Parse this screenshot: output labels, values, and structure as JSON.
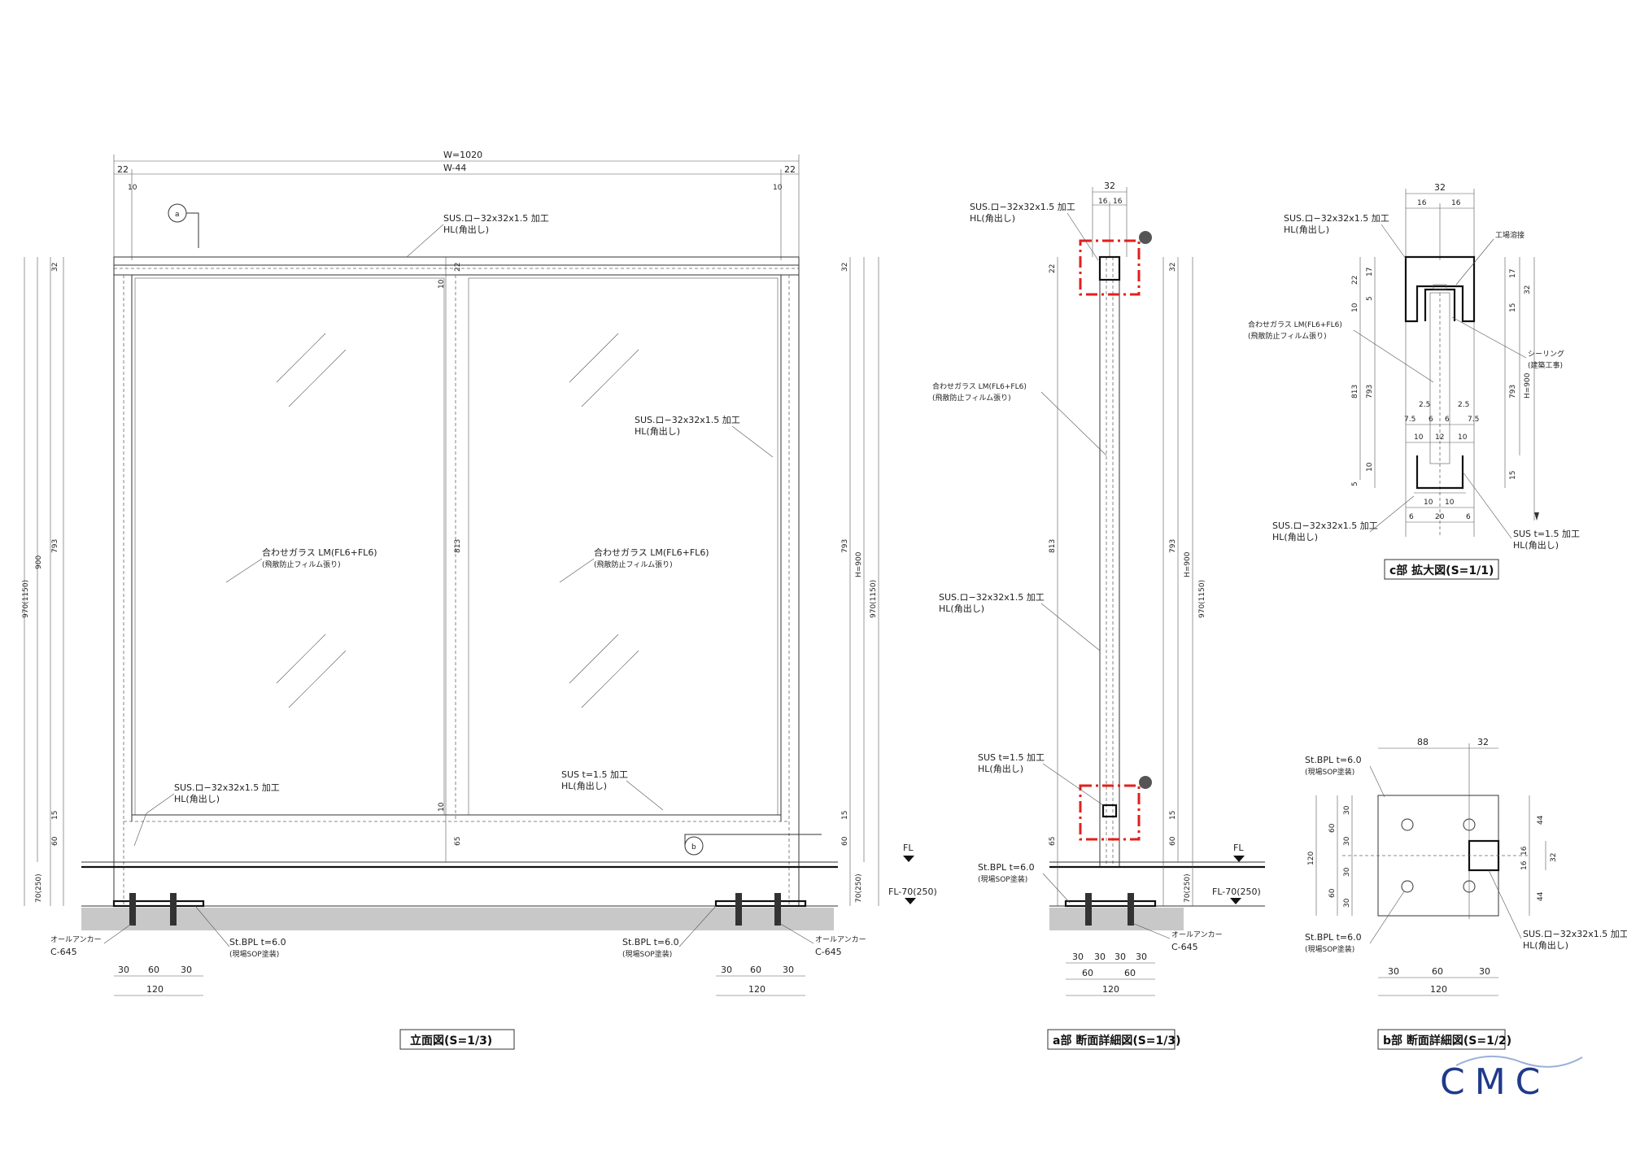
{
  "elevation": {
    "overall_width": "W=1020",
    "inner_width": "W-44",
    "edge_left": "22",
    "edge_right": "22",
    "post_left": "10",
    "post_right": "10",
    "top_rail_note": [
      "SUS.ロ−32x32x1.5 加工",
      "HL(角出し)"
    ],
    "right_post_note": [
      "SUS.ロ−32x32x1.5 加工",
      "HL(角出し)"
    ],
    "left_post_note": [
      "SUS.ロ−32x32x1.5 加工",
      "HL(角出し)"
    ],
    "bottom_channel_note": [
      "SUS t=1.5 加工",
      "HL(角出し)"
    ],
    "glass_note_left": [
      "合わせガラス LM(FL6+FL6)",
      "(飛散防止フィルム張り)"
    ],
    "glass_note_right": [
      "合わせガラス LM(FL6+FL6)",
      "(飛散防止フィルム張り)"
    ],
    "dims_left": [
      "32",
      "793",
      "15",
      "60",
      "70(250)",
      "900",
      "970(1150)"
    ],
    "dims_right": [
      "32",
      "793",
      "15",
      "60",
      "70(250)",
      "H=900",
      "970(1150)"
    ],
    "dims_center": [
      "22",
      "10",
      "813",
      "10",
      "65"
    ],
    "fl_label": "FL",
    "fl70_label": "FL-70(250)",
    "anchor_note": [
      "オールアンカー",
      "C-645"
    ],
    "bpl_note": [
      "St.BPL t=6.0",
      "(現場SOP塗装)"
    ],
    "base_dims": [
      "30",
      "60",
      "30",
      "120"
    ],
    "marker_a": "a",
    "marker_b": "b",
    "title": "立面図(S=1/3)"
  },
  "section_a": {
    "top_width": "32",
    "top_halves": [
      "16",
      "16"
    ],
    "top_note": [
      "SUS.ロ−32x32x1.5 加工",
      "HL(角出し)"
    ],
    "glass_note": [
      "合わせガラス LM(FL6+FL6)",
      "(飛散防止フィルム張り)"
    ],
    "post_note": [
      "SUS.ロ−32x32x1.5 加工",
      "HL(角出し)"
    ],
    "channel_note": [
      "SUS t=1.5 加工",
      "HL(角出し)"
    ],
    "bpl_note": [
      "St.BPL t=6.0",
      "(現場SOP塗装)"
    ],
    "anchor_note": [
      "オールアンカー",
      "C-645"
    ],
    "dims_left": [
      "22",
      "813",
      "65",
      "70(250)"
    ],
    "dims_right": [
      "32",
      "793",
      "15",
      "60",
      "H=900",
      "970(1150)"
    ],
    "base_dims": [
      "30",
      "30",
      "30",
      "30",
      "60",
      "60",
      "120"
    ],
    "fl_label": "FL",
    "fl70_label": "FL-70(250)",
    "title": "a部 断面詳細図(S=1/3)"
  },
  "section_c": {
    "top_width": "32",
    "top_halves": [
      "16",
      "16"
    ],
    "top_note": [
      "SUS.ロ−32x32x1.5 加工",
      "HL(角出し)"
    ],
    "weld_note": "工場溶接",
    "glass_note": [
      "合わせガラス LM(FL6+FL6)",
      "(飛散防止フィルム張り)"
    ],
    "sealing_note": [
      "シーリング",
      "(建築工事)"
    ],
    "bottom_note": [
      "SUS.ロ−32x32x1.5 加工",
      "HL(角出し)"
    ],
    "channel_note": [
      "SUS t=1.5 加工",
      "HL(角出し)"
    ],
    "dims_left": [
      "22",
      "17",
      "10",
      "5",
      "813",
      "793",
      "10",
      "5"
    ],
    "dims_right": [
      "17",
      "32",
      "15",
      "793",
      "H=900",
      "15"
    ],
    "gap_dims_top": [
      "2.5",
      "2.5",
      "7.5",
      "6",
      "6",
      "7.5"
    ],
    "gap_dims_mid": [
      "10",
      "12",
      "10"
    ],
    "gap_dims_bottom": [
      "10",
      "10",
      "6",
      "20",
      "6"
    ],
    "title": "c部 拡大図(S=1/1)"
  },
  "section_b": {
    "top_dims": [
      "88",
      "32"
    ],
    "bpl_note_top": [
      "St.BPL t=6.0",
      "(現場SOP塗装)"
    ],
    "bpl_note_bottom": [
      "St.BPL t=6.0",
      "(現場SOP塗装)"
    ],
    "post_note": [
      "SUS.ロ−32x32x1.5 加工",
      "HL(角出し)"
    ],
    "dims_left": [
      "30",
      "30",
      "30",
      "30",
      "60",
      "60",
      "120"
    ],
    "dims_right": [
      "44",
      "16",
      "16",
      "44",
      "32"
    ],
    "bottom_dims": [
      "30",
      "60",
      "30",
      "120"
    ],
    "title": "b部 断面詳細図(S=1/2)"
  },
  "logo": {
    "text": "CMC",
    "color": "#1f3a8a"
  }
}
